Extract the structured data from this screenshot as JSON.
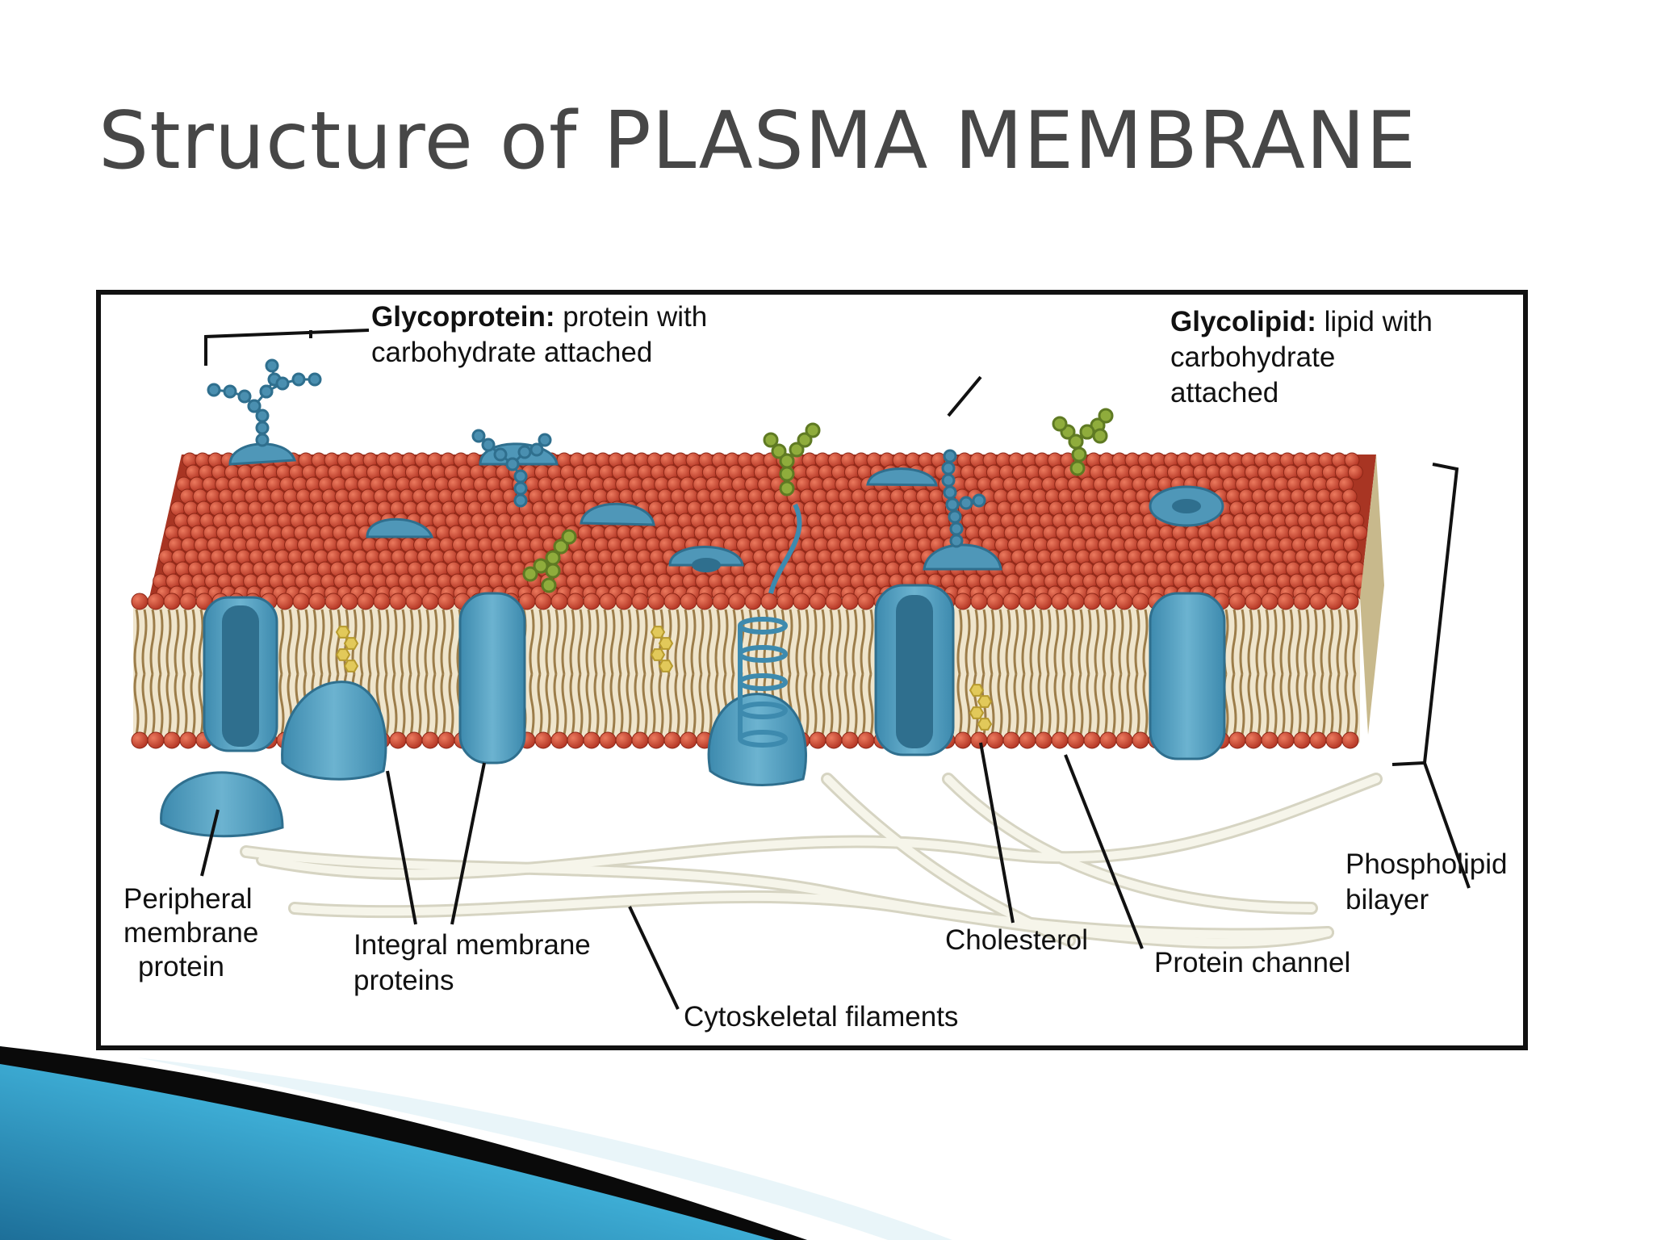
{
  "slide": {
    "title": "Structure of PLASMA MEMBRANE"
  },
  "diagram": {
    "labels": {
      "glycoprotein": {
        "term": "Glycoprotein:",
        "line1_rest": " protein with",
        "line2": "carbohydrate attached"
      },
      "glycolipid": {
        "term": "Glycolipid:",
        "line1_rest": " lipid with",
        "line2": "carbohydrate",
        "line3": "attached"
      },
      "phospholipid_bilayer": {
        "line1": "Phospholipid",
        "line2": "bilayer"
      },
      "peripheral_protein": {
        "line1": "Peripheral",
        "line2": "membrane",
        "line3": "protein"
      },
      "integral_proteins": {
        "line1": "Integral membrane",
        "line2": "proteins"
      },
      "cholesterol": "Cholesterol",
      "protein_channel": "Protein channel",
      "cytoskeletal_filaments": "Cytoskeletal filaments"
    },
    "colors": {
      "phospholipid_head": "#c8412e",
      "phospholipid_tail": "#b89a68",
      "protein": "#4f97b8",
      "protein_dark": "#2f6f8e",
      "glycolipid_sugar": "#8fac3c",
      "glycoprotein_sugar": "#4a8fb0",
      "cholesterol": "#e2c95a",
      "filament": "#e9e8d8"
    }
  }
}
